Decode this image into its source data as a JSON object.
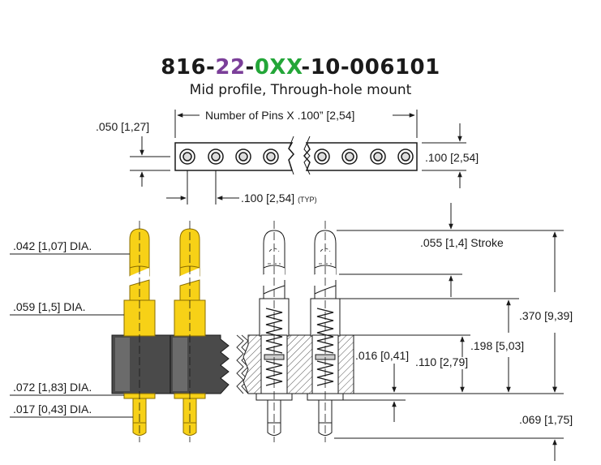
{
  "part_number": {
    "prefix": "816-",
    "seg1": "22",
    "dash1": "-",
    "seg2": "0XX",
    "suffix": "-10-006101",
    "seg1_color": "#7b3f99",
    "seg2_color": "#23a638",
    "base_color": "#1a1a1a"
  },
  "subtitle": "Mid profile, Through-hole mount",
  "top_view": {
    "pins_label": "Number of Pins X .100” [2,54]",
    "left_dim": ".050 [1,27]",
    "right_dim": ".100 [2,54]",
    "pitch_dim": ".100 [2,54]",
    "pitch_typ": "(TYP)"
  },
  "side_view": {
    "dia_042": ".042 [1,07] DIA.",
    "dia_059": ".059 [1,5] DIA.",
    "dia_072": ".072 [1,83] DIA.",
    "dia_017": ".017 [0,43] DIA.",
    "stroke": ".055 [1,4] Stroke",
    "dim_016": ".016 [0,41]",
    "dim_110": ".110 [2,79]",
    "dim_198": ".198 [5,03]",
    "dim_370": ".370 [9,39]",
    "dim_069": ".069 [1,75]"
  },
  "colors": {
    "pin_gold": "#f7d117",
    "pin_outline": "#8a6d00",
    "insulator": "#4a4a4a",
    "line": "#1a1a1a"
  }
}
